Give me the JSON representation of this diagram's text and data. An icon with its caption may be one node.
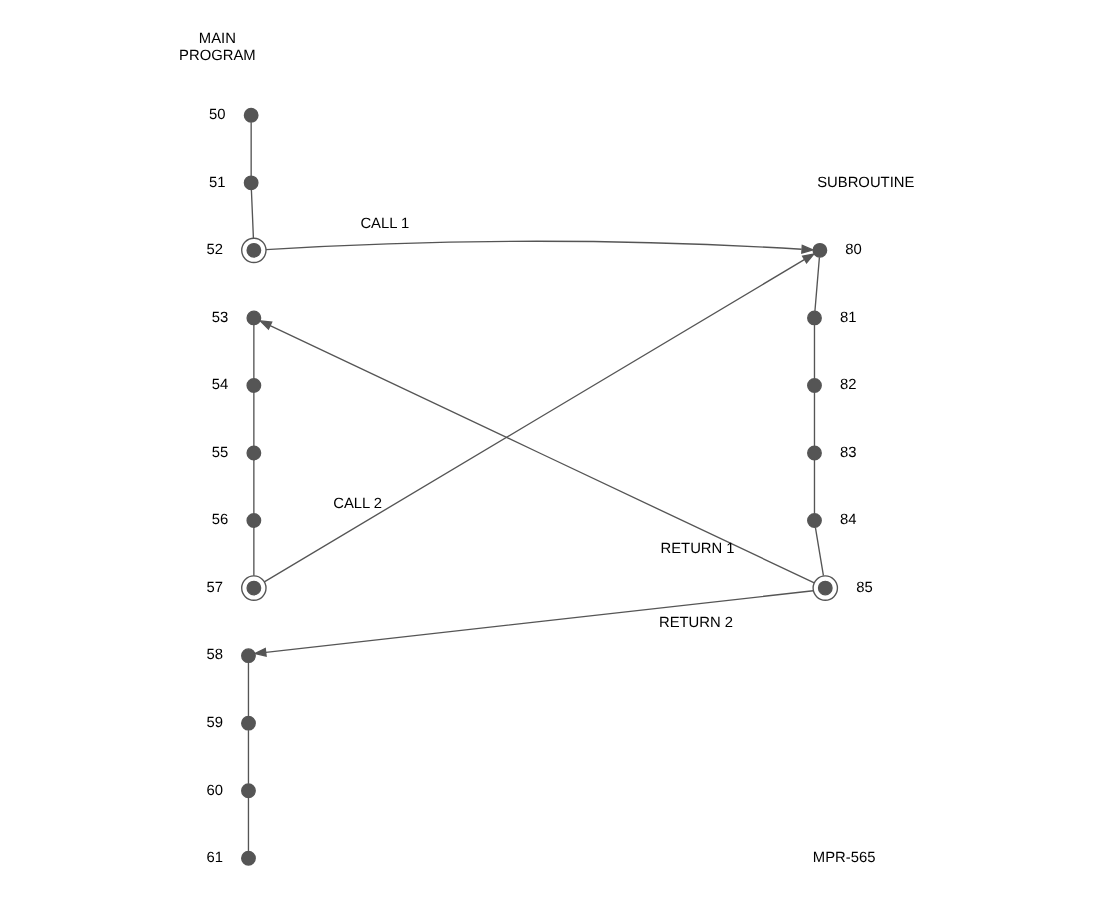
{
  "diagram": {
    "nodes": [
      {
        "text": [],
        "shape": "circle",
        "beside": [
          "50"
        ]
      },
      {
        "text": [],
        "shape": "circle",
        "beside": [
          "51"
        ]
      },
      {
        "text": [],
        "shape": "ring",
        "beside": [
          "52"
        ]
      },
      {
        "text": [],
        "shape": "circle",
        "beside": [
          "53"
        ]
      },
      {
        "text": [],
        "shape": "circle",
        "beside": [
          "54"
        ]
      },
      {
        "text": [],
        "shape": "circle",
        "beside": [
          "55"
        ]
      },
      {
        "text": [],
        "shape": "circle",
        "beside": [
          "56"
        ]
      },
      {
        "text": [],
        "shape": "ring",
        "beside": [
          "57"
        ]
      },
      {
        "text": [],
        "shape": "circle",
        "beside": [
          "58"
        ]
      },
      {
        "text": [],
        "shape": "circle",
        "beside": [
          "59"
        ]
      },
      {
        "text": [],
        "shape": "circle",
        "beside": [
          "60"
        ]
      },
      {
        "text": [],
        "shape": "circle",
        "beside": [
          "61"
        ]
      },
      {
        "text": [],
        "shape": "circle",
        "beside": [
          "80"
        ]
      },
      {
        "text": [],
        "shape": "circle",
        "beside": [
          "81"
        ]
      },
      {
        "text": [],
        "shape": "circle",
        "beside": [
          "82"
        ]
      },
      {
        "text": [],
        "shape": "circle",
        "beside": [
          "83"
        ]
      },
      {
        "text": [],
        "shape": "circle",
        "beside": [
          "84"
        ]
      },
      {
        "text": [],
        "shape": "ring",
        "beside": [
          "85"
        ]
      }
    ],
    "edges": [
      {
        "from": 0,
        "to": 1,
        "arrow": "none"
      },
      {
        "from": 1,
        "to": 2,
        "arrow": "none"
      },
      {
        "from": 3,
        "to": 4,
        "arrow": "none"
      },
      {
        "from": 4,
        "to": 5,
        "arrow": "none"
      },
      {
        "from": 5,
        "to": 6,
        "arrow": "none"
      },
      {
        "from": 6,
        "to": 7,
        "arrow": "none"
      },
      {
        "from": 8,
        "to": 9,
        "arrow": "none"
      },
      {
        "from": 9,
        "to": 10,
        "arrow": "none"
      },
      {
        "from": 10,
        "to": 11,
        "arrow": "none"
      },
      {
        "from": 12,
        "to": 13,
        "arrow": "none"
      },
      {
        "from": 13,
        "to": 14,
        "arrow": "none"
      },
      {
        "from": 14,
        "to": 15,
        "arrow": "none"
      },
      {
        "from": 15,
        "to": 16,
        "arrow": "none"
      },
      {
        "from": 16,
        "to": 17,
        "arrow": "none"
      },
      {
        "from": 2,
        "to": 12,
        "arrow": "to",
        "label": "CALL 1"
      },
      {
        "from": 7,
        "to": 12,
        "arrow": "to",
        "label": "CALL 2"
      },
      {
        "from": 17,
        "to": 3,
        "arrow": "to",
        "label": "RETURN 1"
      },
      {
        "from": 17,
        "to": 8,
        "arrow": "to",
        "label": "RETURN 2"
      }
    ],
    "labels": [
      "MAIN PROGRAM",
      "SUBROUTINE",
      "MPR-565"
    ]
  }
}
